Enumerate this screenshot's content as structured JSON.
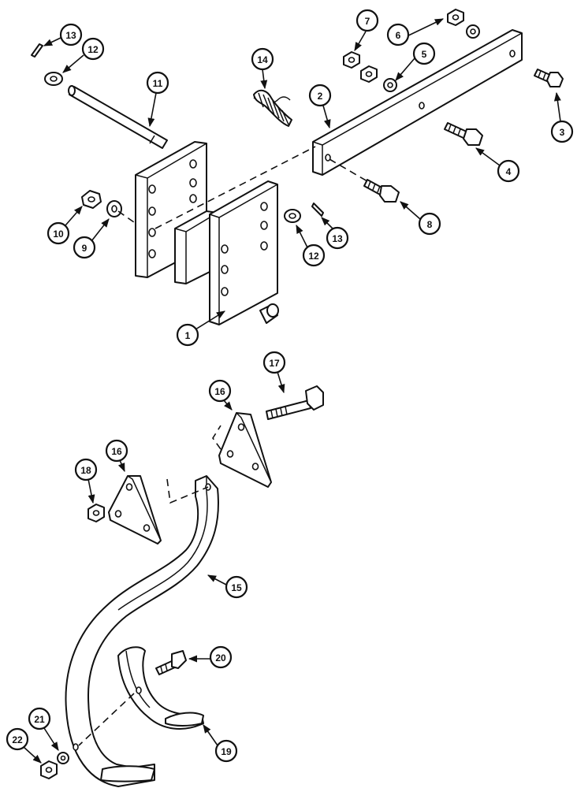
{
  "callouts": [
    {
      "label": "1"
    },
    {
      "label": "2"
    },
    {
      "label": "3"
    },
    {
      "label": "4"
    },
    {
      "label": "5"
    },
    {
      "label": "6"
    },
    {
      "label": "7"
    },
    {
      "label": "8"
    },
    {
      "label": "9"
    },
    {
      "label": "10"
    },
    {
      "label": "11"
    },
    {
      "label": "12"
    },
    {
      "label": "12"
    },
    {
      "label": "13"
    },
    {
      "label": "13"
    },
    {
      "label": "14"
    },
    {
      "label": "15"
    },
    {
      "label": "16"
    },
    {
      "label": "16"
    },
    {
      "label": "17"
    },
    {
      "label": "18"
    },
    {
      "label": "19"
    },
    {
      "label": "20"
    },
    {
      "label": "21"
    },
    {
      "label": "22"
    }
  ]
}
